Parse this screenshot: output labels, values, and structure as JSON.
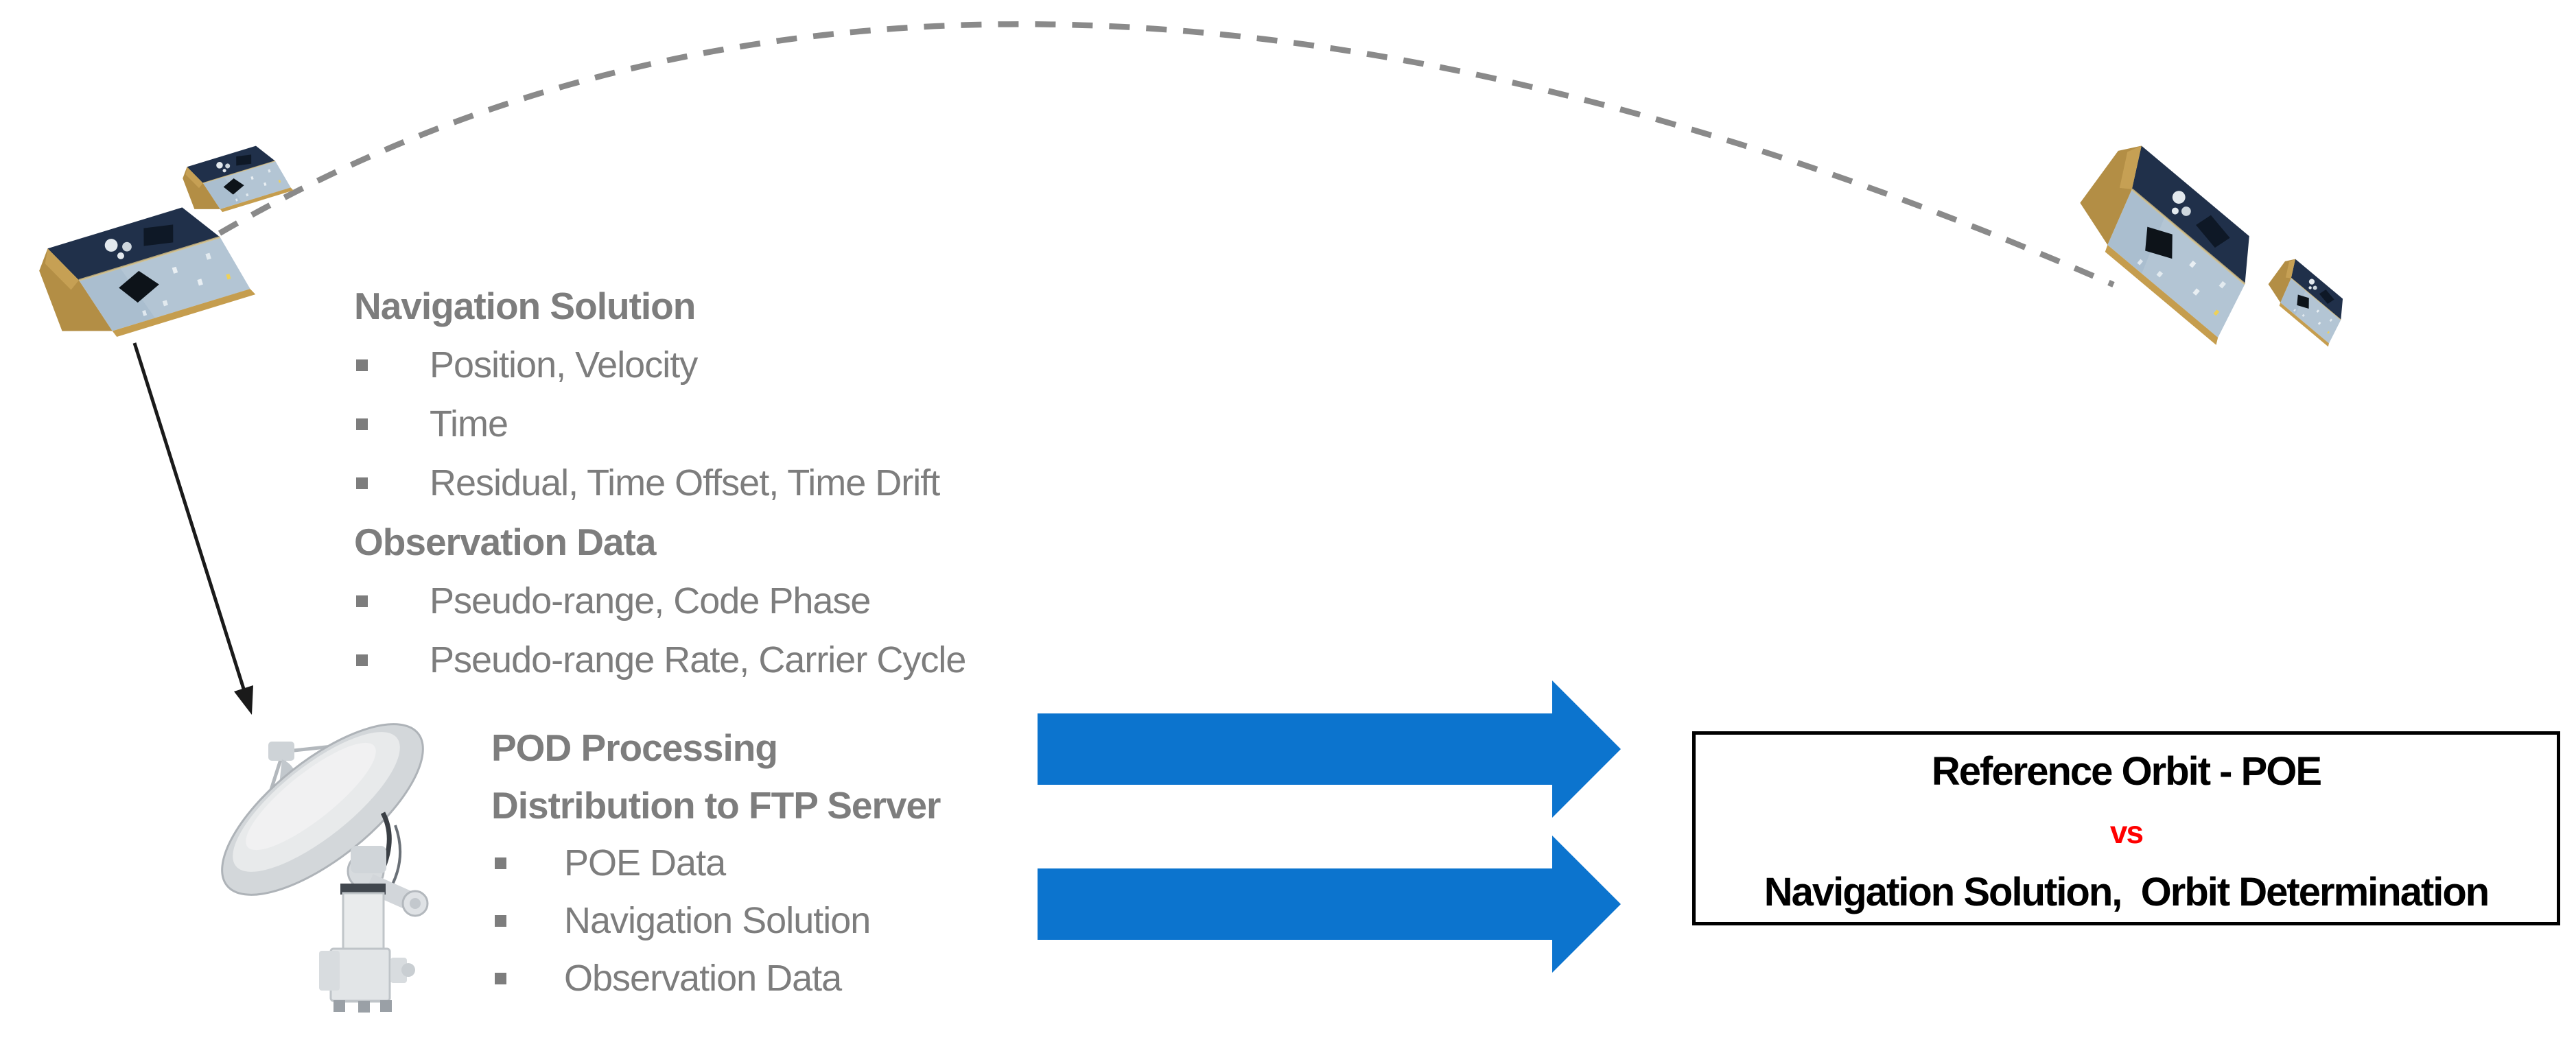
{
  "colors": {
    "background": "#ffffff",
    "text_gray": "#7d7d7d",
    "arrow_blue": "#0c74ce",
    "vs_red": "#ff0000",
    "arc_gray": "#8a8a8a",
    "box_border": "#000000",
    "box_text": "#000000",
    "downlink_black": "#1a1a1a"
  },
  "nav_block": {
    "title": "Navigation Solution",
    "items": [
      "Position, Velocity",
      "Time",
      "Residual, Time Offset, Time Drift"
    ],
    "title2": "Observation Data",
    "items2": [
      "Pseudo-range, Code Phase",
      "Pseudo-range Rate, Carrier Cycle"
    ]
  },
  "ground_block": {
    "title1": "POD Processing",
    "title2": "Distribution to FTP Server",
    "items": [
      "POE Data",
      "Navigation Solution",
      "Observation Data"
    ]
  },
  "result_box": {
    "line1": "Reference Orbit - POE",
    "separator": "vs",
    "line2": "Navigation Solution,  Orbit Determination"
  },
  "graphics": {
    "left_satellites": "twin-satellites-icon",
    "right_satellites": "twin-satellites-icon",
    "orbit_path": "dashed-orbit-arc",
    "downlink": "downlink-arrow",
    "ground_station": "ground-station-dish-icon",
    "flow_arrows": "blue-flow-arrows"
  }
}
